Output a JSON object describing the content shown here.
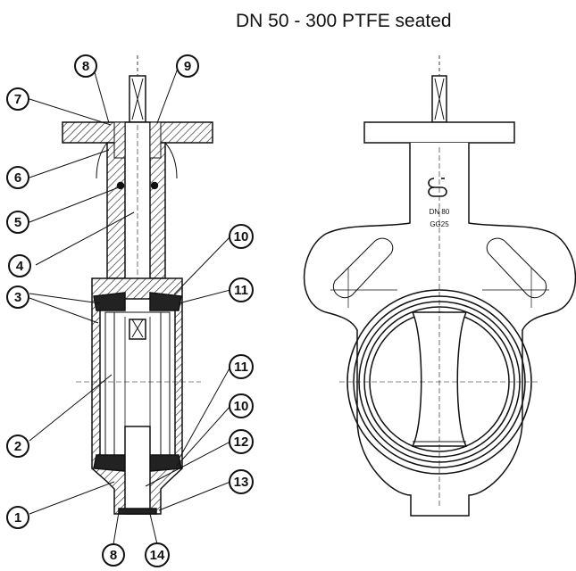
{
  "title": "DN 50 - 300 PTFE seated",
  "callouts": [
    "1",
    "2",
    "3",
    "4",
    "5",
    "6",
    "7",
    "8",
    "9",
    "10",
    "11",
    "12",
    "13",
    "14"
  ],
  "body_marking": {
    "size": "DN 80",
    "material": "GG25"
  }
}
